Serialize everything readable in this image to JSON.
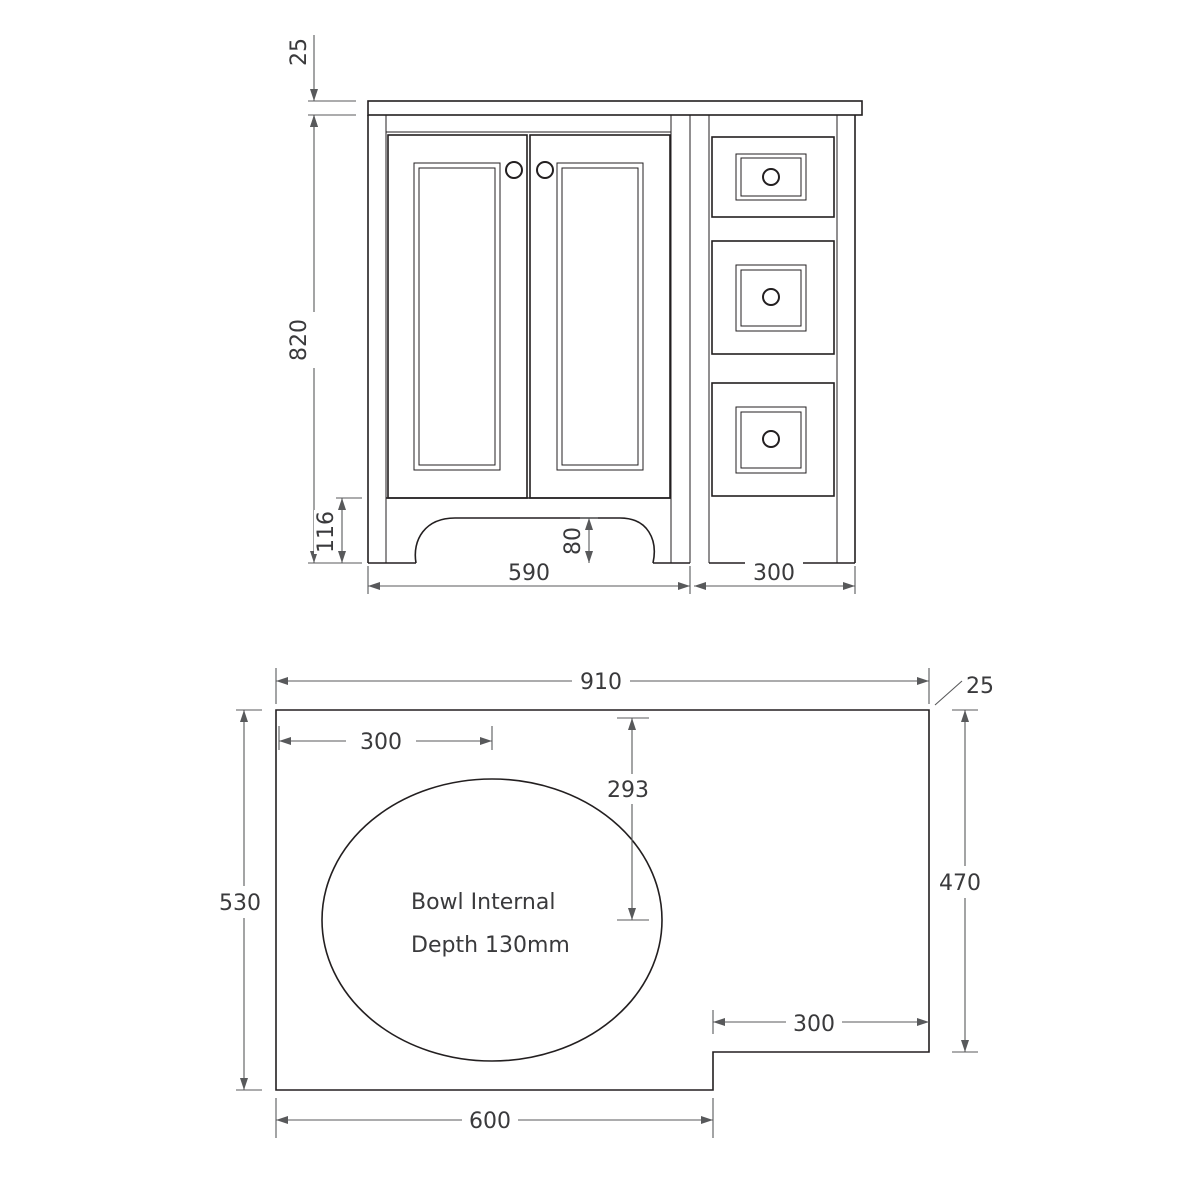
{
  "front_view": {
    "dims": {
      "top_thickness": "25",
      "height": "820",
      "plinth_height": "116",
      "arch_height": "80",
      "door_width": "590",
      "drawer_width": "300"
    }
  },
  "plan_view": {
    "dims": {
      "overall_width": "910",
      "depth": "530",
      "bowl_offset": "300",
      "bowl_depth_offset": "293",
      "overhang": "25",
      "drawer_section_depth": "470",
      "drawer_section_width": "300",
      "bowl_section_width": "600"
    },
    "bowl_note_line1": "Bowl Internal",
    "bowl_note_line2": "Depth 130mm"
  }
}
